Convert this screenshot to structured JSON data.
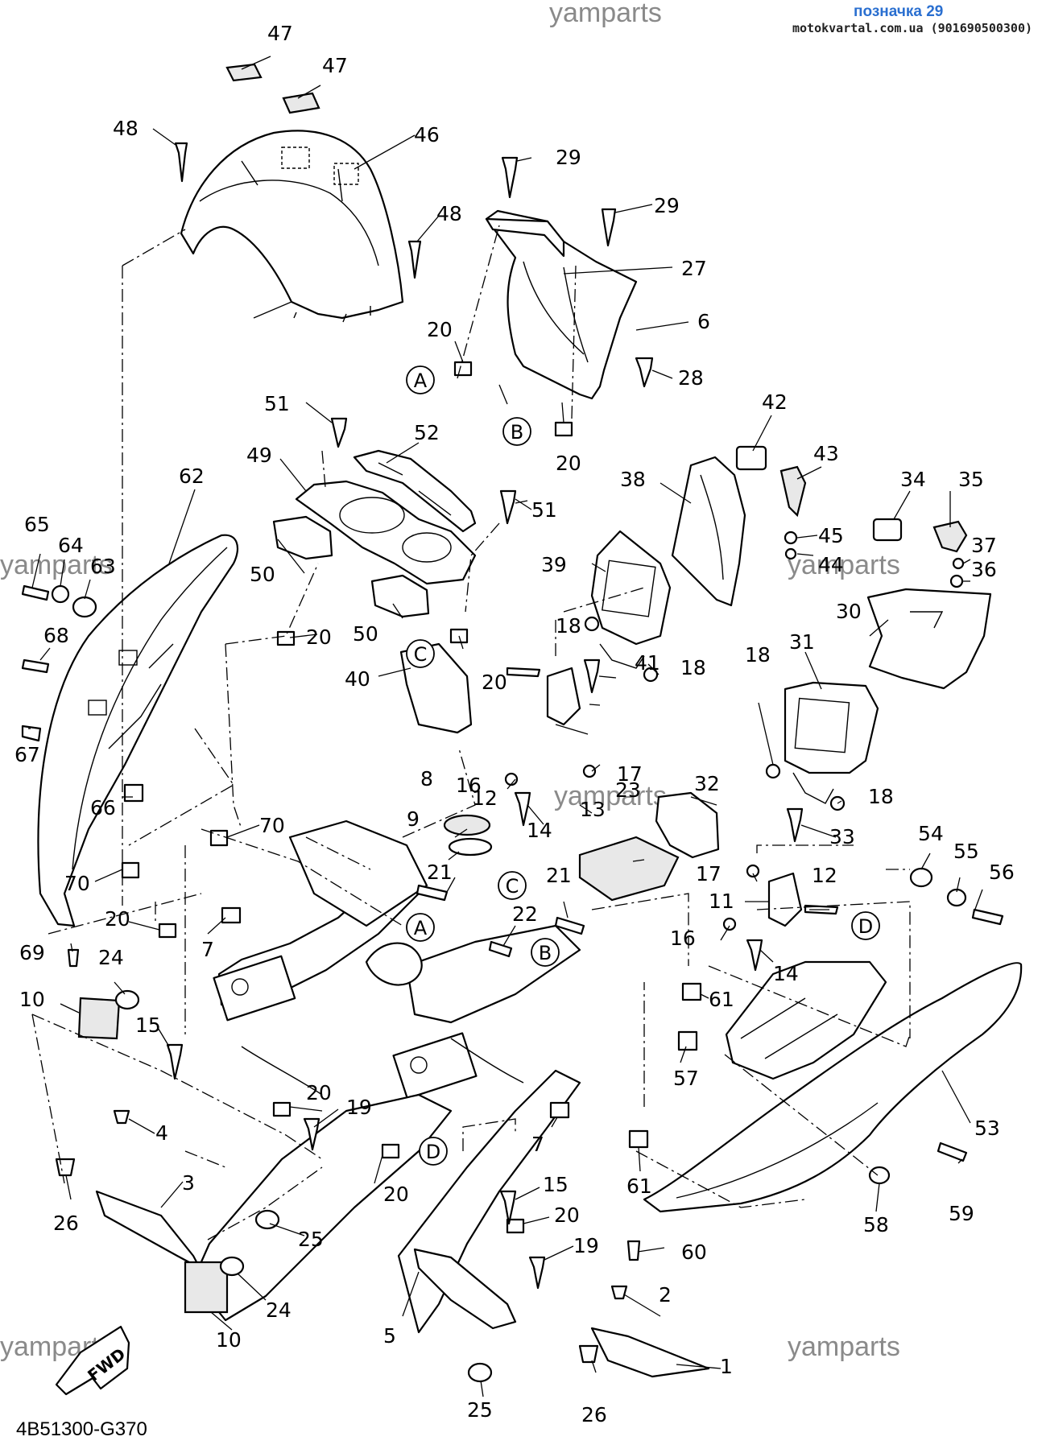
{
  "header": {
    "badge": "позначка 29",
    "site": "motokvartal.com.ua (901690500300)"
  },
  "footer": {
    "code": "4B51300-G370"
  },
  "watermark": "yamparts",
  "fwd_label": "FWD",
  "refs": [
    "A",
    "B",
    "C",
    "D"
  ],
  "callouts": [
    "1",
    "2",
    "3",
    "4",
    "5",
    "6",
    "7",
    "8",
    "9",
    "10",
    "11",
    "12",
    "13",
    "14",
    "15",
    "16",
    "17",
    "18",
    "19",
    "20",
    "21",
    "22",
    "23",
    "24",
    "25",
    "26",
    "27",
    "28",
    "29",
    "30",
    "31",
    "32",
    "33",
    "34",
    "35",
    "36",
    "37",
    "38",
    "39",
    "40",
    "41",
    "42",
    "43",
    "44",
    "45",
    "46",
    "47",
    "48",
    "49",
    "50",
    "51",
    "52",
    "53",
    "54",
    "55",
    "56",
    "57",
    "58",
    "59",
    "60",
    "61",
    "62",
    "63",
    "64",
    "65",
    "66",
    "67",
    "68",
    "69",
    "70"
  ]
}
